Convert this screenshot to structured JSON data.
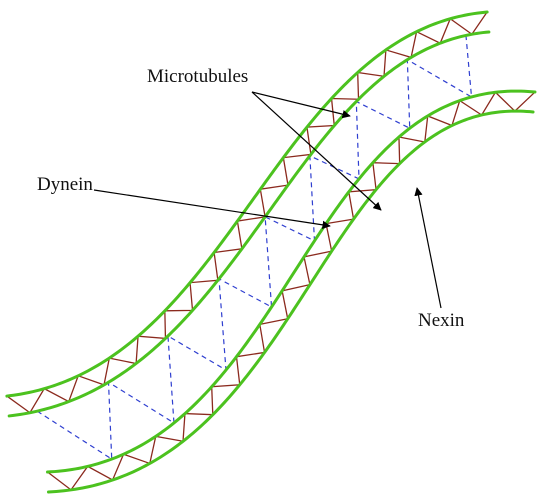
{
  "labels": {
    "microtubules": "Microtubules",
    "dynein": "Dynein",
    "nexin": "Nexin"
  },
  "colors": {
    "microtubule": "#4cc21f",
    "dynein": "#8b2a1e",
    "nexin": "#2f3fd0",
    "arrow": "#000000",
    "text": "#111111"
  },
  "structures": {
    "microtubule_count": 2,
    "rails_per_microtubule": 2
  }
}
